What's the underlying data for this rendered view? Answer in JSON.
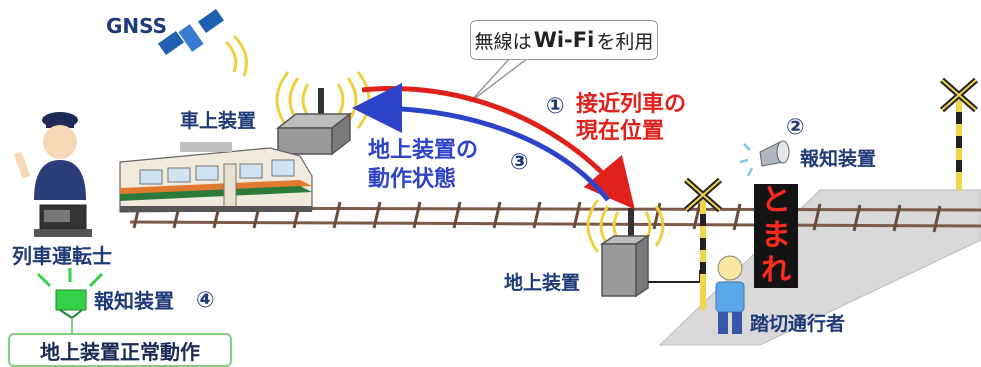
{
  "labels": {
    "gnss": "GNSS",
    "onboard_device": "車上装置",
    "ground_device": "地上装置",
    "train_driver": "列車運転士",
    "notification_device_crossing": "報知装置",
    "notification_device_driver": "報知装置",
    "crossing_user": "踏切通行者"
  },
  "callout": {
    "prefix": "無線は",
    "wifi": "Wi-Fi",
    "suffix": "を利用"
  },
  "steps": {
    "one_marker": "①",
    "one_line1": "接近列車の",
    "one_line2": "現在位置",
    "two_marker": "②",
    "three_marker": "③",
    "three_line1": "地上装置の",
    "three_line2": "動作状態",
    "four_marker": "④"
  },
  "stop_sign": {
    "char1": "と",
    "char2": "ま",
    "char3": "れ"
  },
  "status_box": "地上装置正常動作",
  "colors": {
    "navy": "#1f3a78",
    "red_arrow": "#e0201a",
    "blue_arrow": "#2e44c8",
    "lamp_green": "#35d04a",
    "stop_sign_text": "#ff2a1e"
  },
  "icons": [
    "satellite-icon",
    "train-icon",
    "driver-icon",
    "signal-lamp-icon",
    "speaker-icon",
    "crossing-signal-icon",
    "pedestrian-icon",
    "radio-wave-icon"
  ]
}
